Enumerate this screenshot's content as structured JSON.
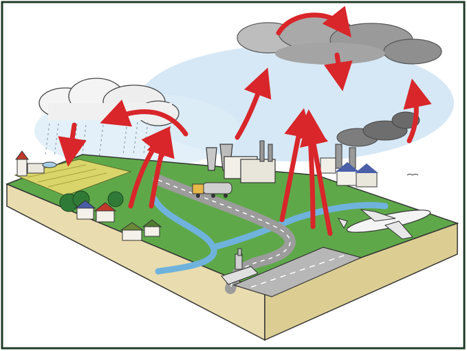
{
  "figure": {
    "frame_color": "#1f3a26",
    "sky_color": "#cfe4f4",
    "arrow_color": "#d8262a",
    "grass_color": "#5fa84a",
    "field_color": "#d9d56a",
    "river_color": "#6fb3dd",
    "road_color": "#9c9c9c",
    "soil_color": "#e9dcae"
  },
  "elements": [
    {
      "kind": "rain-cloud"
    },
    {
      "kind": "polluted-cloud"
    },
    {
      "kind": "farm-field"
    },
    {
      "kind": "village"
    },
    {
      "kind": "power-plant"
    },
    {
      "kind": "factory"
    },
    {
      "kind": "river"
    },
    {
      "kind": "road"
    },
    {
      "kind": "tanker-truck"
    },
    {
      "kind": "airplane"
    },
    {
      "kind": "airport-runway"
    },
    {
      "kind": "ship"
    }
  ]
}
